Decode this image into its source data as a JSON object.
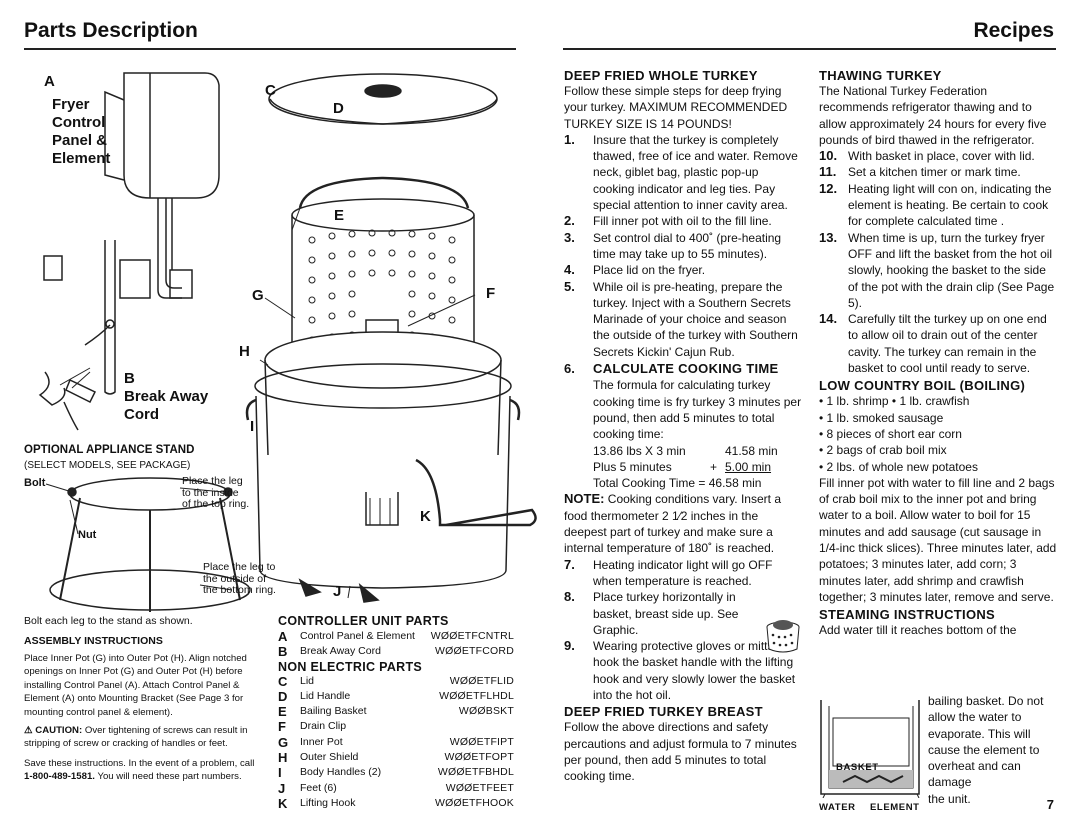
{
  "header": {
    "left_title": "Parts Description",
    "right_title": "Recipes"
  },
  "diagram": {
    "label_a_letter": "A",
    "label_a_lines": [
      "Fryer",
      "Control",
      "Panel &",
      "Element"
    ],
    "label_b_letter": "B",
    "label_b_lines": [
      "Break Away",
      "Cord"
    ],
    "letters": {
      "c": "C",
      "d": "D",
      "e": "E",
      "f": "F",
      "g": "G",
      "h": "H",
      "i": "I",
      "j": "J",
      "k": "K"
    }
  },
  "stand": {
    "heading": "OPTIONAL APPLIANCE STAND",
    "sub": "(SELECT MODELS, SEE PACKAGE)",
    "bolt": "Bolt",
    "nut": "Nut",
    "place_top": [
      "Place the leg",
      "to the inside",
      "of the top ring."
    ],
    "place_bottom": [
      "Place the leg to",
      "the outside of",
      "the bottom ring."
    ],
    "bolt_each": "Bolt each leg to the stand as shown."
  },
  "assembly": {
    "heading": "ASSEMBLY INSTRUCTIONS",
    "text": "Place Inner Pot (G) into Outer Pot (H). Align notched openings on Inner Pot (G) and Outer Pot (H) before installing Control Panel (A). Attach Control Panel & Element (A) onto Mounting Bracket (See Page 3 for mounting control panel & element).",
    "caution_label": "CAUTION:",
    "caution_text": "Over tightening of screws can result in stripping of screw or cracking of handles or feet.",
    "save_text": "Save these instructions. In the event of a problem, call",
    "phone": "1-800-489-1581.",
    "save_text2": "You will need these part numbers."
  },
  "controller_parts": {
    "heading": "CONTROLLER UNIT PARTS",
    "items": [
      {
        "key": "A",
        "name": "Control Panel & Element",
        "code": "WØØETFCNTRL"
      },
      {
        "key": "B",
        "name": "Break Away Cord",
        "code": "WØØETFCORD"
      }
    ]
  },
  "non_electric_parts": {
    "heading": "NON ELECTRIC PARTS",
    "items": [
      {
        "key": "C",
        "name": "Lid",
        "code": "WØØETFLID"
      },
      {
        "key": "D",
        "name": "Lid Handle",
        "code": "WØØETFLHDL"
      },
      {
        "key": "E",
        "name": "Bailing Basket",
        "code": "WØØBSKT"
      },
      {
        "key": "F",
        "name": "Drain Clip",
        "code": ""
      },
      {
        "key": "G",
        "name": "Inner Pot",
        "code": "WØØETFIPT"
      },
      {
        "key": "H",
        "name": "Outer Shield",
        "code": "WØØETFOPT"
      },
      {
        "key": "I",
        "name": "Body Handles (2)",
        "code": "WØØETFBHDL"
      },
      {
        "key": "J",
        "name": "Feet (6)",
        "code": "WØØETFEET"
      },
      {
        "key": "K",
        "name": "Lifting Hook",
        "code": "WØØETFHOOK"
      }
    ]
  },
  "whole_turkey": {
    "heading": "DEEP FRIED WHOLE TURKEY",
    "intro": "Follow these simple steps for deep frying your turkey. MAXIMUM RECOMMENDED TURKEY SIZE IS 14 POUNDS!",
    "steps": [
      {
        "n": "1.",
        "text": "Insure that the turkey is completely thawed, free of ice and water. Remove neck, giblet bag, plastic pop-up cooking indicator and leg ties. Pay special attention to inner cavity area."
      },
      {
        "n": "2.",
        "text": "Fill inner pot with oil to the fill line."
      },
      {
        "n": "3.",
        "text": "Set control dial to 400˚ (pre-heating time may take up to 55 minutes)."
      },
      {
        "n": "4.",
        "text": "Place lid on the fryer."
      },
      {
        "n": "5.",
        "text": "While oil is pre-heating, prepare the turkey. Inject with a Southern Secrets Marinade of your choice and season the outside of the turkey with Southern Secrets Kickin' Cajun Rub."
      }
    ],
    "step6_n": "6.",
    "step6_heading": "CALCULATE COOKING TIME",
    "step6_text": "The formula for calculating turkey cooking time is fry turkey 3 minutes per pound, then add 5 minutes to total cooking time:",
    "calc_row1_left": "13.86 lbs X 3 min",
    "calc_row1_right": "41.58 min",
    "calc_row2_left": "Plus 5 minutes",
    "calc_row2_plus": "+",
    "calc_row2_right": "5.00 min",
    "calc_total": "Total Cooking Time = 46.58 min",
    "note_label": "NOTE:",
    "note_text": "Cooking conditions vary. Insert a food thermometer 2 1⁄2 inches in the deepest part of turkey and make sure a internal temperature of 180˚ is reached.",
    "step7_n": "7.",
    "step7_text": "Heating indicator light will go OFF when temperature is reached.",
    "step8_n": "8.",
    "step8_text": "Place turkey horizontally in basket, breast side up. See Graphic.",
    "step9_n": "9.",
    "step9_text": "Wearing protective gloves or mitts, hook the basket handle with the lifting hook and very slowly lower the basket into the hot oil."
  },
  "turkey_breast": {
    "heading": "DEEP FRIED TURKEY BREAST",
    "text": "Follow the above directions and safety percautions and adjust formula to 7 minutes per pound, then add 5 minutes to total cooking time."
  },
  "thawing": {
    "heading": "THAWING TURKEY",
    "text": "The National Turkey Federation recommends refrigerator thawing and to allow approximately 24 hours for every five pounds of bird thawed in the refrigerator.",
    "steps": [
      {
        "n": "10.",
        "text": "With basket in place, cover with lid."
      },
      {
        "n": "11.",
        "text": "Set a kitchen timer or mark time."
      },
      {
        "n": "12.",
        "text": "Heating light will con on, indicating the element is heating. Be certain to cook for complete calculated time ."
      },
      {
        "n": "13.",
        "text": "When time is up, turn the turkey fryer OFF and lift the basket from the hot oil slowly, hooking the basket to the side of the pot with the drain clip (See Page 5)."
      },
      {
        "n": "14.",
        "text": "Carefully tilt the turkey up on one end to allow oil to drain out of the center cavity. The turkey can remain in the basket to cool until ready to serve."
      }
    ]
  },
  "low_country": {
    "heading": "LOW COUNTRY BOIL (BOILING)",
    "bullets": [
      "1 lb. shrimp • 1 lb. crawfish",
      "1 lb. smoked sausage",
      "8 pieces of short ear corn",
      "2 bags of crab boil mix",
      "2 lbs. of whole new potatoes"
    ],
    "text": "Fill inner pot with water to fill line and 2 bags of crab boil mix to the inner pot and bring water to a boil. Allow water to boil for 15 minutes and add sausage (cut sausage in 1/4-inc thick slices). Three minutes later, add potatoes; 3 minutes later, add corn; 3 minutes later, add shrimp and crawfish together; 3 minutes later, remove and serve."
  },
  "steaming": {
    "heading": "STEAMING INSTRUCTIONS",
    "line1": "Add water till it reaches bottom of the",
    "wrap": [
      "bailing basket. Do not",
      "allow the water to",
      "evaporate. This will",
      "cause the element to",
      "overheat and can",
      "damage",
      "the unit."
    ],
    "basket_label": "BASKET",
    "water_label": "WATER",
    "element_label": "ELEMENT"
  },
  "page_number": "7"
}
